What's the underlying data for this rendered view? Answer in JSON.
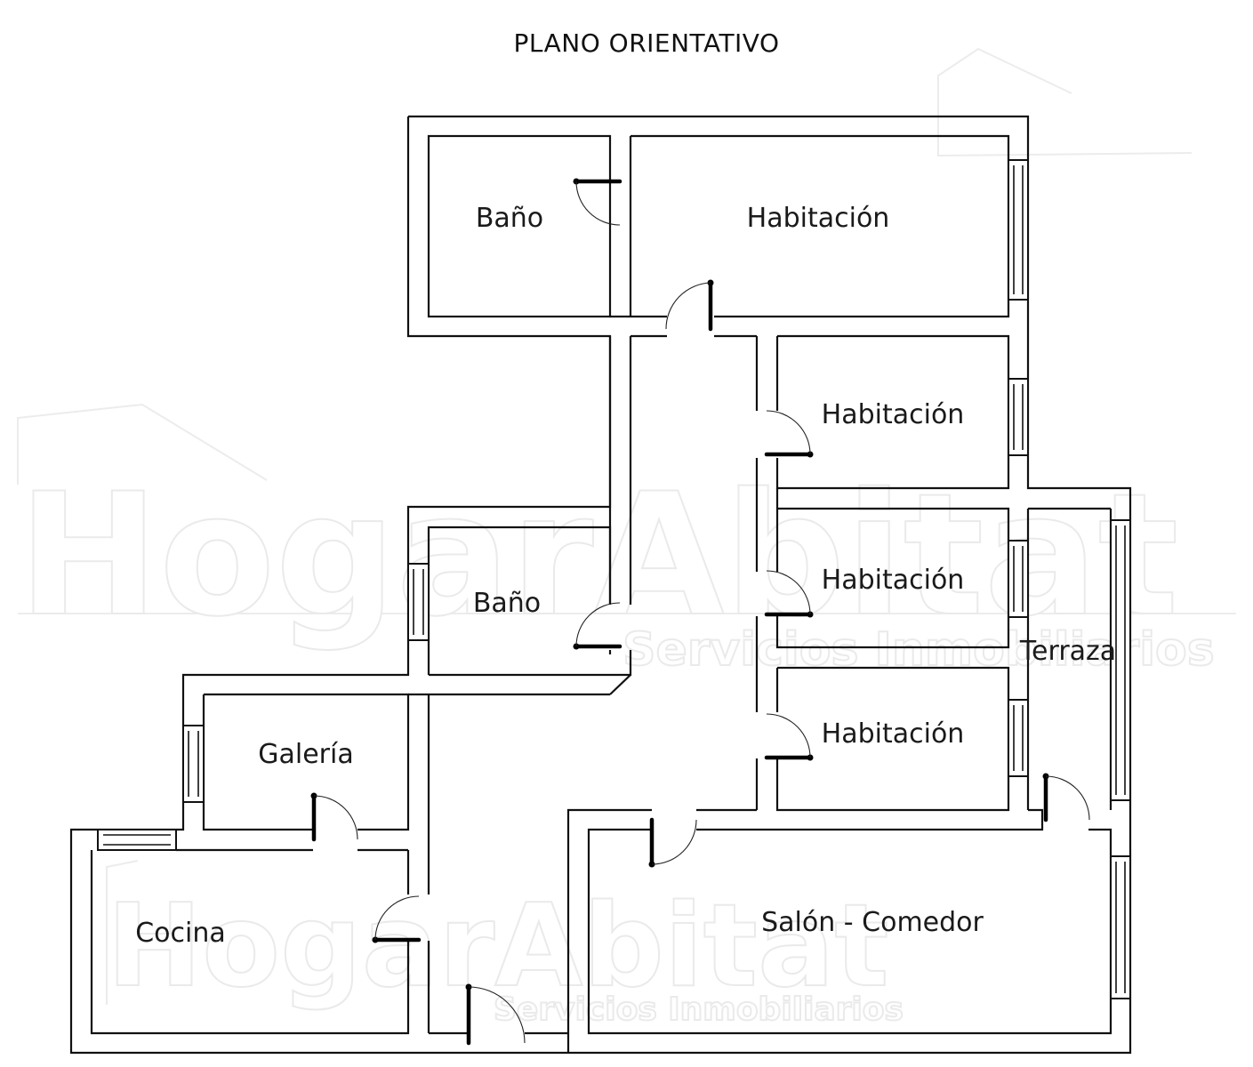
{
  "title": "PLANO ORIENTATIVO",
  "watermark": {
    "brand": "HogarAbitat",
    "tagline": "Servicios Inmobiliarios"
  },
  "rooms": {
    "bano_1": "Baño",
    "habitacion_1": "Habitación",
    "habitacion_2": "Habitación",
    "habitacion_3": "Habitación",
    "habitacion_4": "Habitación",
    "bano_2": "Baño",
    "terraza": "Terraza",
    "galeria": "Galería",
    "cocina": "Cocina",
    "salon_comedor": "Salón - Comedor"
  }
}
